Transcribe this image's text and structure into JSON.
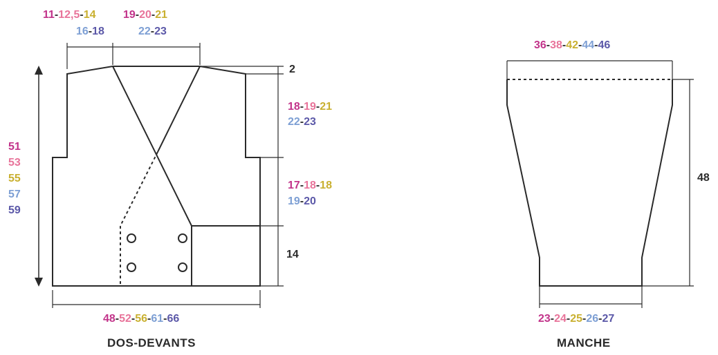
{
  "colors": {
    "s1": "#c2338a",
    "s2": "#e8749a",
    "s3": "#c9b030",
    "s4": "#7d9fd4",
    "s5": "#5b58a8",
    "line": "#2a2a2a"
  },
  "front": {
    "title": "DOS-DEVANTS",
    "top_left": [
      "11",
      "12,5",
      "14"
    ],
    "top_left_2": [
      "16",
      "18"
    ],
    "top_right": [
      "19",
      "20",
      "21"
    ],
    "top_right_2": [
      "22",
      "23"
    ],
    "shoulder": "2",
    "armhole": [
      "18",
      "19",
      "21"
    ],
    "armhole_2": [
      "22",
      "23"
    ],
    "side": [
      "17",
      "18",
      "18"
    ],
    "side_2": [
      "19",
      "20"
    ],
    "pocket": "14",
    "length": [
      "51",
      "53",
      "55",
      "57",
      "59"
    ],
    "width": [
      "48",
      "52",
      "56",
      "61",
      "66"
    ]
  },
  "sleeve": {
    "title": "MANCHE",
    "top": [
      "36",
      "38",
      "42",
      "44",
      "46"
    ],
    "length": "48",
    "cuff": [
      "23",
      "24",
      "25",
      "26",
      "27"
    ]
  }
}
